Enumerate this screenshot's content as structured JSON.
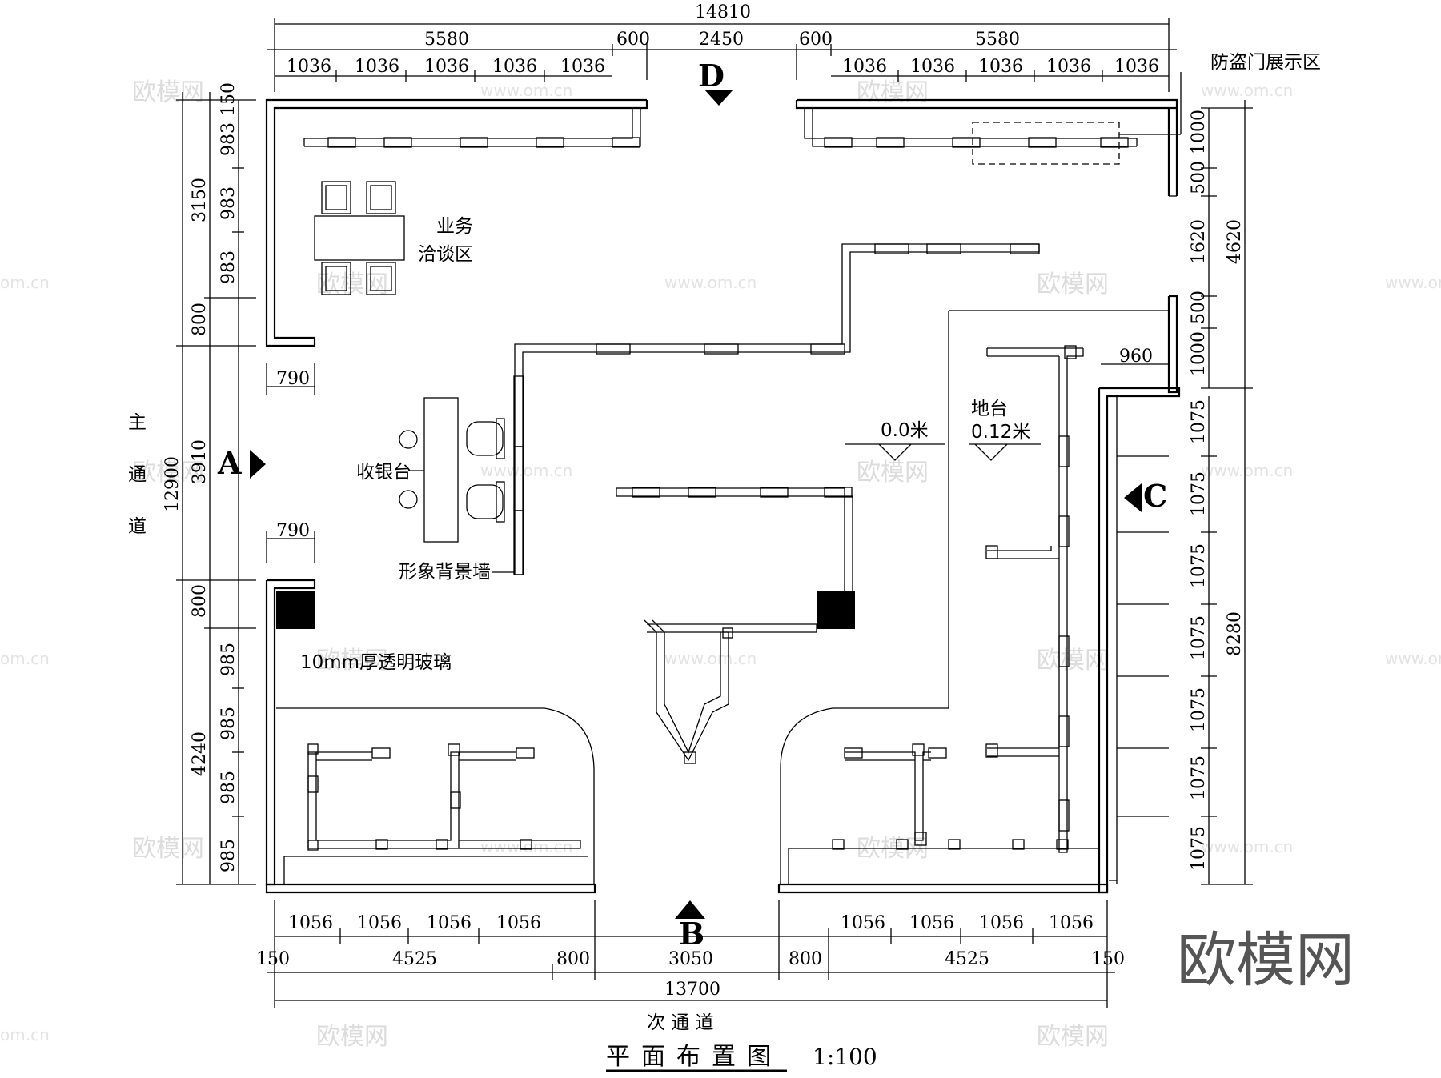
{
  "drawing": {
    "title": "平面布置图",
    "scale": "1:100"
  },
  "dimensions": {
    "top_total": "14810",
    "top_left": "5580",
    "top_gap_left": "600",
    "top_door": "2450",
    "top_gap_right": "600",
    "top_right": "5580",
    "top_bay": "1036",
    "bottom_total": "13700",
    "bottom_left": "4525",
    "bottom_gap_left": "800",
    "bottom_door": "3050",
    "bottom_gap_right": "800",
    "bottom_right": "4525",
    "bottom_edge": "150",
    "bottom_bay": "1056",
    "left_total": "12900",
    "left_upper": "3150",
    "left_upper_edge": "150",
    "left_upper_bay": "983",
    "left_gap": "800",
    "left_entrance": "3910",
    "left_lower": "4240",
    "left_lower_bay": "985",
    "opening_width": "790",
    "right_upper_total": "4620",
    "right_upper_a": "1000",
    "right_upper_b": "500",
    "right_upper_c": "1620",
    "right_lower_total": "8280",
    "right_lower_bay": "1075",
    "platform_step": "960"
  },
  "labels": {
    "meeting_area_1": "业务",
    "meeting_area_2": "洽谈区",
    "cashier": "收银台",
    "backdrop_wall": "形象背景墙",
    "glass": "10mm厚透明玻璃",
    "security_door": "防盗门展示区",
    "platform": "地台",
    "platform_level": "0.12米",
    "floor_level": "0.0米",
    "main_aisle_1": "主",
    "main_aisle_2": "通",
    "main_aisle_3": "道",
    "secondary_aisle": "次 通 道"
  },
  "markers": {
    "a": "A",
    "b": "B",
    "c": "C",
    "d": "D"
  },
  "watermark": {
    "text": "欧模网",
    "url": "www.om.cn",
    "url_short": "om.cn",
    "logo": "欧模网"
  }
}
